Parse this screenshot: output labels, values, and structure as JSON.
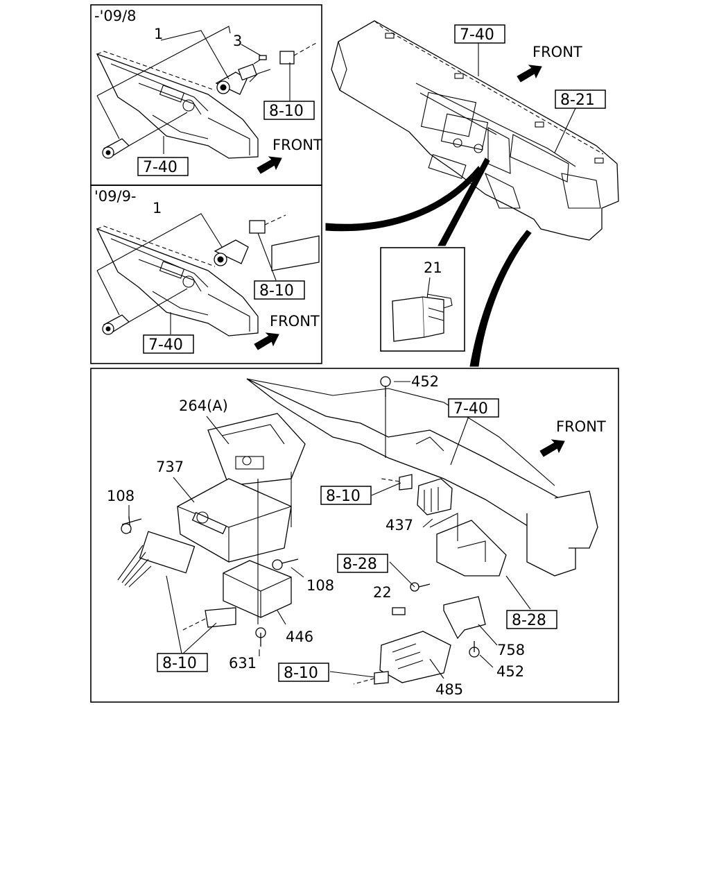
{
  "panel_a": {
    "period": "-'09/8",
    "front": "FRONT"
  },
  "panel_b": {
    "period": "'09/9-",
    "front": "FRONT"
  },
  "main": {
    "front": "FRONT"
  },
  "callouts": {
    "a_part1": "1",
    "a_part3": "3",
    "a_ref_810": "8-10",
    "a_ref_740": "7-40",
    "b_part1": "1",
    "b_ref_810": "8-10",
    "b_ref_740": "7-40",
    "dash_ref_740": "7-40",
    "dash_ref_821": "8-21",
    "detail_part21": "21",
    "m_452_top": "452",
    "m_264a": "264(A)",
    "m_ref_740": "7-40",
    "m_737": "737",
    "m_108_left": "108",
    "m_ref_810_mid": "8-10",
    "m_437": "437",
    "m_ref_828_left": "8-28",
    "m_108_right": "108",
    "m_22": "22",
    "m_446": "446",
    "m_ref_828_right": "8-28",
    "m_758": "758",
    "m_ref_810_left": "8-10",
    "m_631": "631",
    "m_452_bottom": "452",
    "m_ref_810_bottom": "8-10",
    "m_485": "485"
  }
}
